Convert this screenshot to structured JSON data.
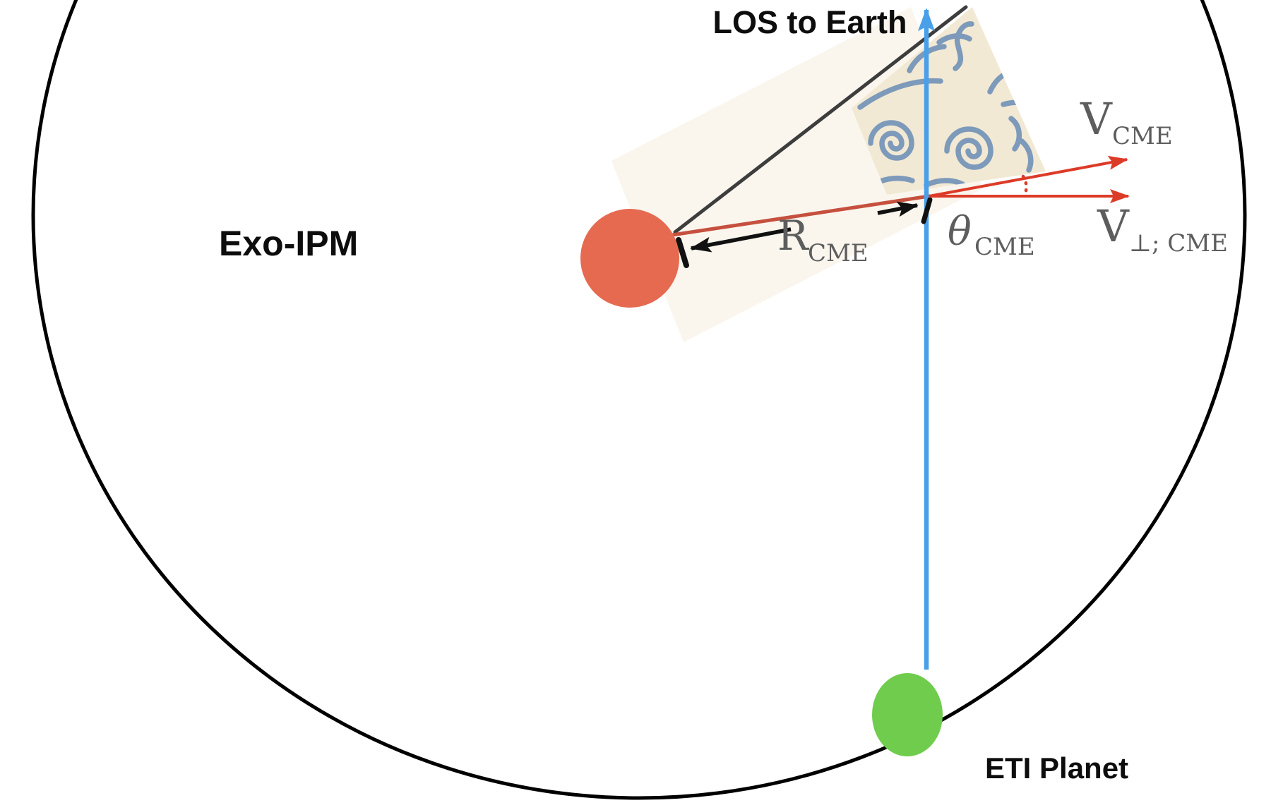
{
  "figure": {
    "labels": {
      "los": "LOS to Earth",
      "exo_ipm": "Exo-IPM",
      "eti_planet": "ETI Planet",
      "r_cme": {
        "main": "R",
        "sub": "CME"
      },
      "theta_cme": {
        "main": "θ",
        "sub": "CME"
      },
      "v_cme": {
        "main": "V",
        "sub": "CME"
      },
      "v_perp_cme": {
        "main": "V",
        "sub": "⊥; CME"
      }
    },
    "colors": {
      "star": "#e56a50",
      "planet": "#70cc4d",
      "los_line": "#4aa0e8",
      "cme_arrow": "#dc3b28",
      "radial_line": "#c6503e",
      "orbit": "#000000",
      "los_to_earth_line": "#3d3d3d",
      "measure": "#111111",
      "label_gray": "#5d5d5d",
      "text": "#0d0d0d",
      "cme_patch": "#f2e9d4",
      "cone_patch": "#faf6ee",
      "turbulence": "#7d9aba"
    }
  }
}
